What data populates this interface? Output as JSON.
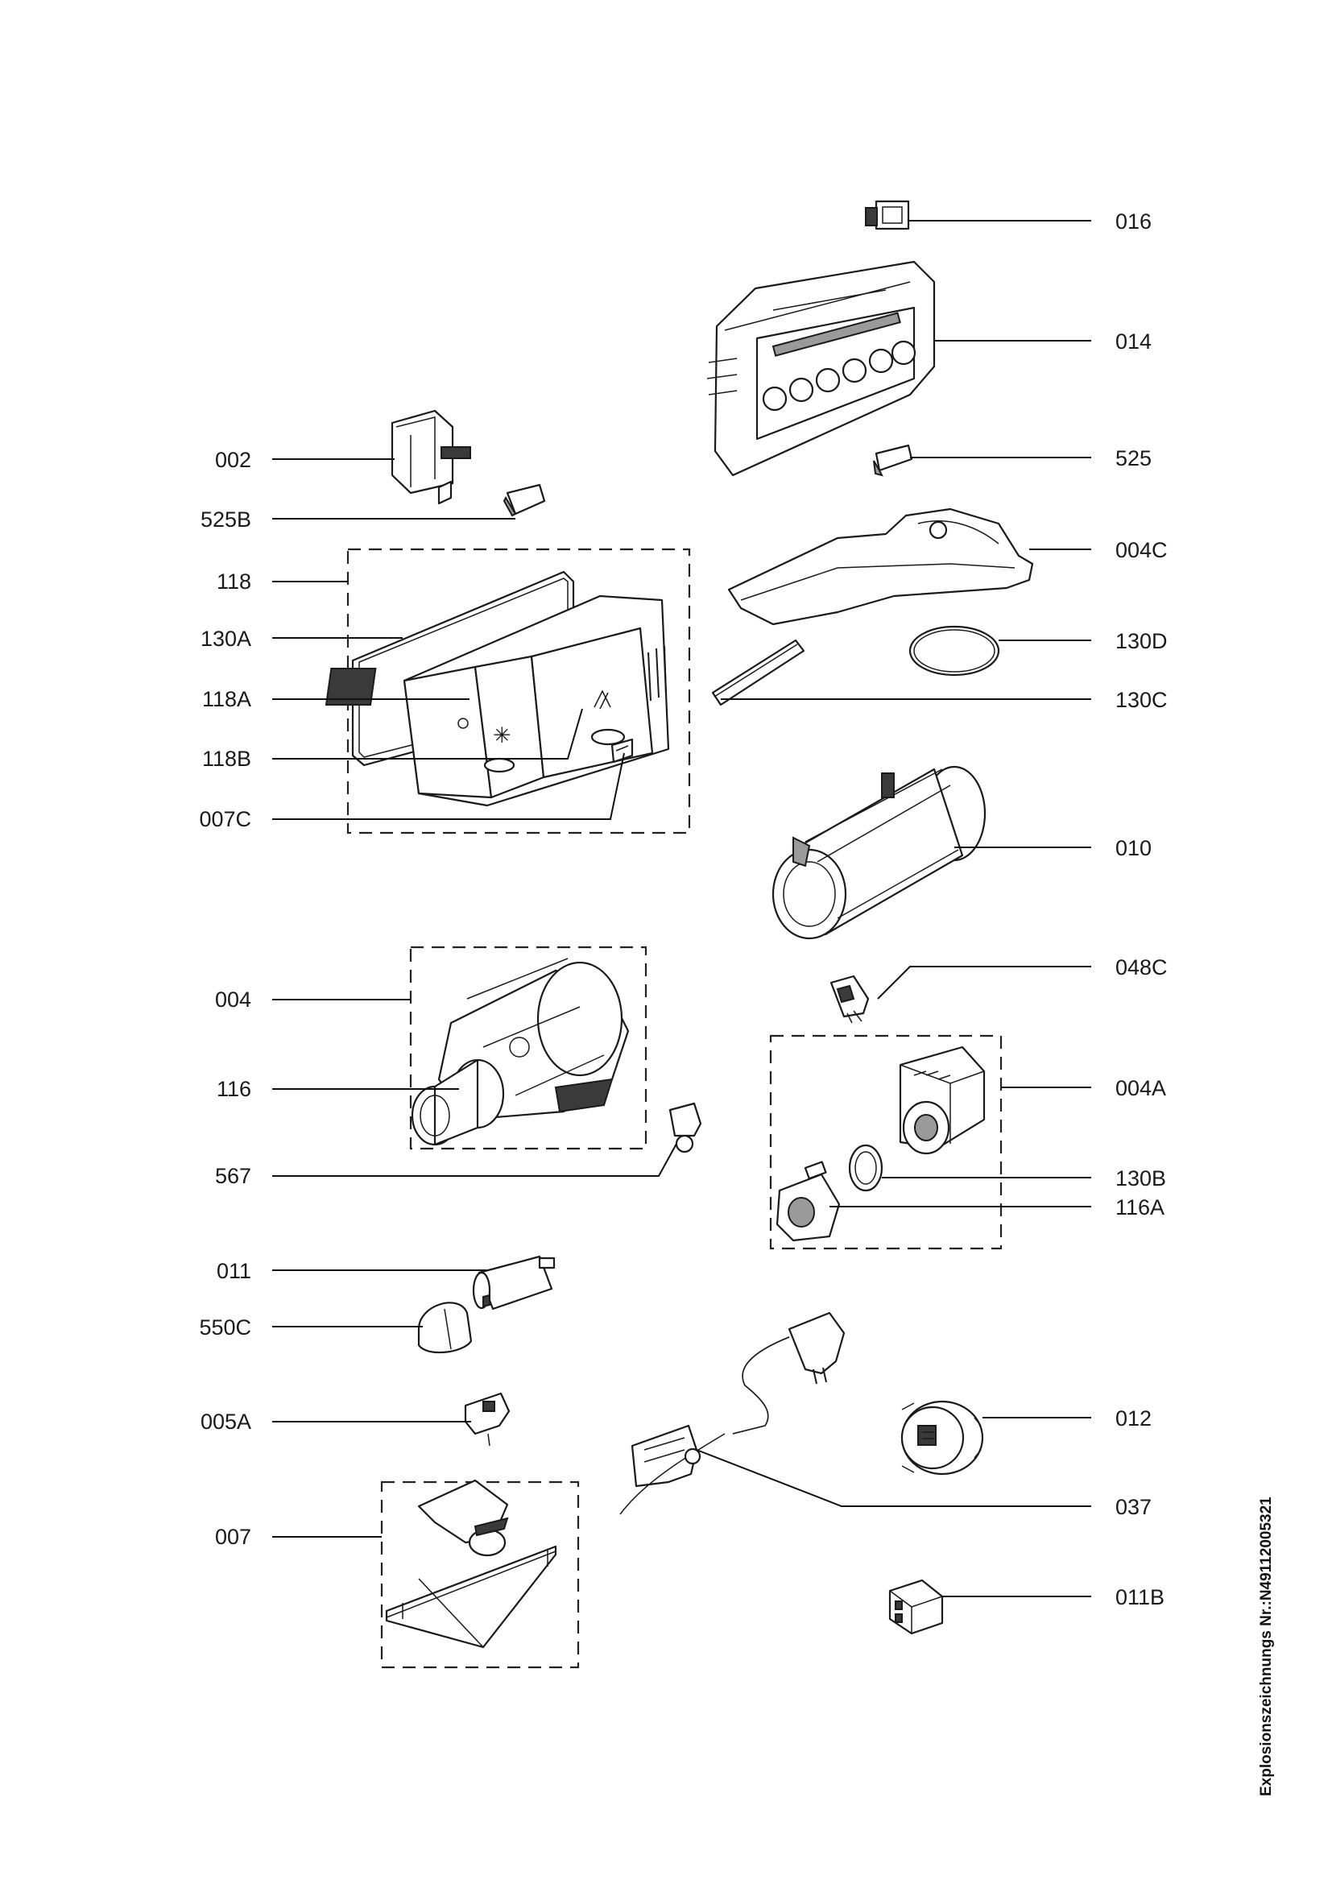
{
  "labels_left": [
    "002",
    "525B",
    "118",
    "130A",
    "118A",
    "118B",
    "007C",
    "004",
    "116",
    "567",
    "011",
    "550C",
    "005A",
    "007"
  ],
  "labels_right": [
    "016",
    "014",
    "525",
    "004C",
    "130D",
    "130C",
    "010",
    "048C",
    "004A",
    "130B",
    "116A",
    "012",
    "037",
    "011B"
  ],
  "reference": "Explosionszeichnungs Nr.:N49112005321"
}
